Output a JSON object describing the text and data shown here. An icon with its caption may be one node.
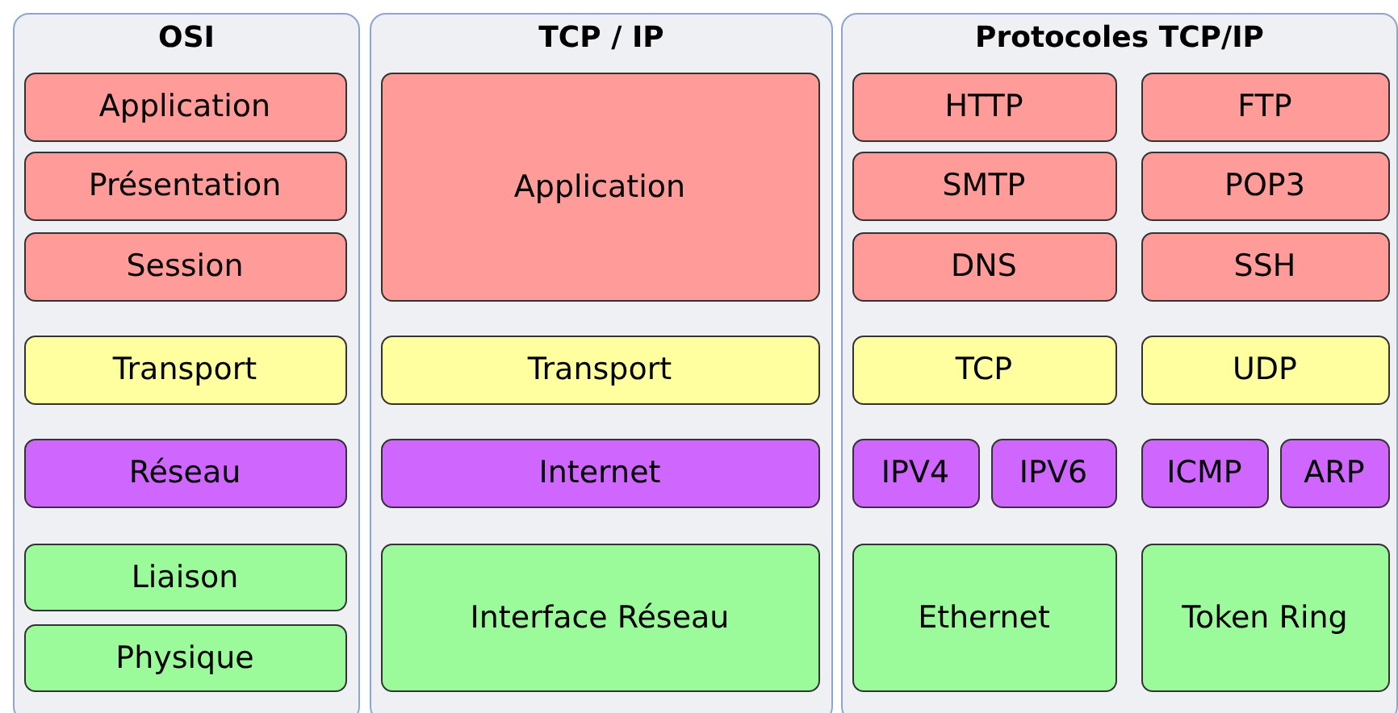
{
  "diagram": {
    "nodes": [
      {
        "text": [
          "OSI"
        ]
      },
      {
        "text": [
          "Application"
        ],
        "in": 0
      },
      {
        "text": [
          "Présentation"
        ],
        "in": 0
      },
      {
        "text": [
          "Session"
        ],
        "in": 0
      },
      {
        "text": [
          "Transport"
        ],
        "in": 0
      },
      {
        "text": [
          "Réseau"
        ],
        "in": 0
      },
      {
        "text": [
          "Liaison"
        ],
        "in": 0
      },
      {
        "text": [
          "Physique"
        ],
        "in": 0
      },
      {
        "text": [
          "TCP / IP"
        ]
      },
      {
        "text": [
          "Application"
        ],
        "in": 8
      },
      {
        "text": [
          "Transport"
        ],
        "in": 8
      },
      {
        "text": [
          "Internet"
        ],
        "in": 8
      },
      {
        "text": [
          "Interface Réseau"
        ],
        "in": 8
      },
      {
        "text": [
          "Protocoles TCP/IP"
        ]
      },
      {
        "text": [
          "HTTP"
        ],
        "in": 13
      },
      {
        "text": [
          "FTP"
        ],
        "in": 13
      },
      {
        "text": [
          "SMTP"
        ],
        "in": 13
      },
      {
        "text": [
          "POP3"
        ],
        "in": 13
      },
      {
        "text": [
          "DNS"
        ],
        "in": 13
      },
      {
        "text": [
          "SSH"
        ],
        "in": 13
      },
      {
        "text": [
          "TCP"
        ],
        "in": 13
      },
      {
        "text": [
          "UDP"
        ],
        "in": 13
      },
      {
        "text": [
          "IPV4"
        ],
        "in": 13
      },
      {
        "text": [
          "IPV6"
        ],
        "in": 13
      },
      {
        "text": [
          "ICMP"
        ],
        "in": 13
      },
      {
        "text": [
          "ARP"
        ],
        "in": 13
      },
      {
        "text": [
          "Ethernet"
        ],
        "in": 13
      },
      {
        "text": [
          "Token Ring"
        ],
        "in": 13
      }
    ],
    "edges": []
  }
}
